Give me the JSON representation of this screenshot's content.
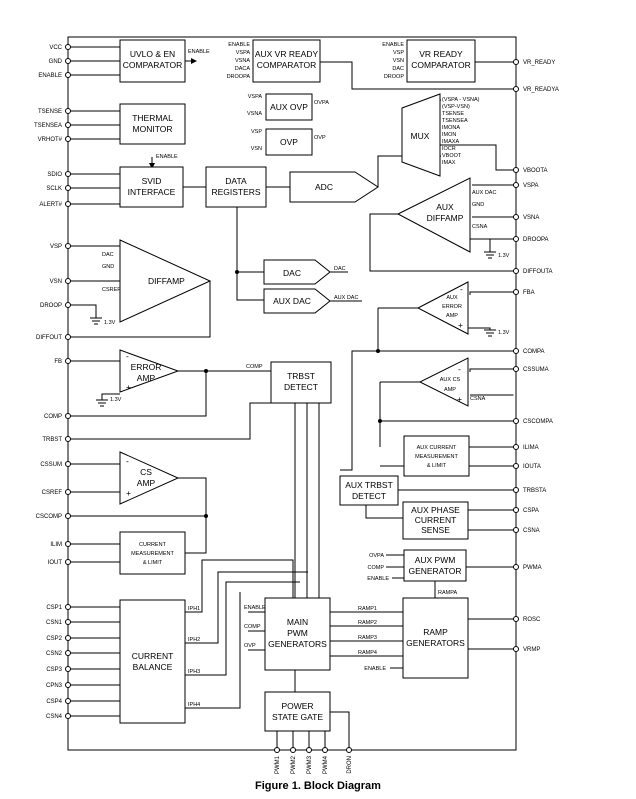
{
  "caption": "Figure 1. Block Diagram",
  "pins_left": [
    "VCC",
    "GND",
    "ENABLE",
    "TSENSE",
    "TSENSEA",
    "VRHOT#",
    "SDIO",
    "SCLK",
    "ALERT#",
    "VSP",
    "VSN",
    "DROOP",
    "DIFFOUT",
    "FB",
    "COMP",
    "TRBST",
    "CSSUM",
    "CSREF",
    "CSCOMP",
    "ILIM",
    "IOUT",
    "CSP1",
    "CSN1",
    "CSP2",
    "CSN2",
    "CSP3",
    "CPN3",
    "CSP4",
    "CSN4"
  ],
  "pins_right": [
    "VR_READY",
    "VR_READYA",
    "VBOOTA",
    "VSPA",
    "VSNA",
    "DROOPA",
    "DIFFOUTA",
    "FBA",
    "COMPA",
    "CSSUMA",
    "CSCOMPA",
    "ILIMA",
    "IOUTA",
    "TRBSTA",
    "CSPA",
    "CSNA",
    "PWMA",
    "ROSC",
    "VRMP"
  ],
  "pins_bottom": [
    "PWM1",
    "PWM2",
    "PWM3",
    "PWM4",
    "DRON"
  ],
  "blocks": {
    "uvlo": [
      "UVLO & EN",
      "COMPARATOR"
    ],
    "aux_vr_ready": [
      "AUX VR READY",
      "COMPARATOR"
    ],
    "vr_ready": [
      "VR READY",
      "COMPARATOR"
    ],
    "aux_ovp": "AUX OVP",
    "ovp": "OVP",
    "thermal": [
      "THERMAL",
      "MONITOR"
    ],
    "mux": "MUX",
    "svid": [
      "SVID",
      "INTERFACE"
    ],
    "data_registers": [
      "DATA",
      "REGISTERS"
    ],
    "adc": "ADC",
    "aux_diffamp": [
      "AUX",
      "DIFFAMP"
    ],
    "diffamp": "DIFFAMP",
    "dac": "DAC",
    "aux_dac": "AUX DAC",
    "aux_error_amp": [
      "AUX",
      "ERROR",
      "AMP"
    ],
    "error_amp": [
      "ERROR",
      "AMP"
    ],
    "trbst_detect": [
      "TRBST",
      "DETECT"
    ],
    "aux_cs_amp": [
      "AUX CS",
      "AMP"
    ],
    "aux_current_meas": [
      "AUX CURRENT",
      "MEASUREMENT",
      "& LIMIT"
    ],
    "cs_amp": [
      "CS",
      "AMP"
    ],
    "aux_trbst_detect": [
      "AUX TRBST",
      "DETECT"
    ],
    "aux_phase_cs": [
      "AUX PHASE",
      "CURRENT",
      "SENSE"
    ],
    "current_meas": [
      "CURRENT",
      "MEASUREMENT",
      "& LIMIT"
    ],
    "aux_pwm_gen": [
      "AUX PWM",
      "GENERATOR"
    ],
    "current_balance": [
      "CURRENT",
      "BALANCE"
    ],
    "main_pwm": [
      "MAIN",
      "PWM",
      "GENERATORS"
    ],
    "ramp_gen": [
      "RAMP",
      "GENERATORS"
    ],
    "power_state_gate": [
      "POWER",
      "STATE GATE"
    ]
  },
  "signals": {
    "enable": "ENABLE",
    "uvlo_enable_out": "ENABLE",
    "aux_vr_inputs": [
      "ENABLE",
      "VSPA",
      "VSNA",
      "DACA",
      "DROOPA"
    ],
    "vr_inputs": [
      "ENABLE",
      "VSP",
      "VSN",
      "DAC",
      "DROOP"
    ],
    "aux_ovp_inputs": [
      "VSPA",
      "VSNA"
    ],
    "aux_ovp_out": "OVPA",
    "ovp_inputs": [
      "VSP",
      "VSN"
    ],
    "ovp_out": "OVP",
    "mux_inputs": [
      "(VSPA - VSNA)",
      "(VSP-VSN)",
      "TSENSE",
      "TSENSEA",
      "IMONA",
      "IMON",
      "IMAXA",
      "IOCR",
      "VBOOT",
      "IMAX"
    ],
    "svid_enable": "ENABLE",
    "aux_diffamp_inputs": [
      "AUX DAC",
      "GND",
      "CSNA"
    ],
    "ref_1v3": "1.3V",
    "diffamp_inputs": [
      "DAC",
      "GND",
      "CSREF"
    ],
    "dac_out": "DAC",
    "aux_dac_out": "AUX DAC",
    "comp": "COMP",
    "csna": "CSNA",
    "iph": [
      "IPH1",
      "IPH2",
      "IPH3",
      "IPH4"
    ],
    "main_pwm_inputs": [
      "ENABLE",
      "COMP",
      "OVP"
    ],
    "ramps": [
      "RAMP1",
      "RAMP2",
      "RAMP3",
      "RAMP4"
    ],
    "ramp_enable": "ENABLE",
    "aux_pwm_inputs": [
      "OVPA",
      "COMP",
      "ENABLE"
    ],
    "rampa": "RAMPA",
    "minus": "-",
    "plus": "+"
  }
}
